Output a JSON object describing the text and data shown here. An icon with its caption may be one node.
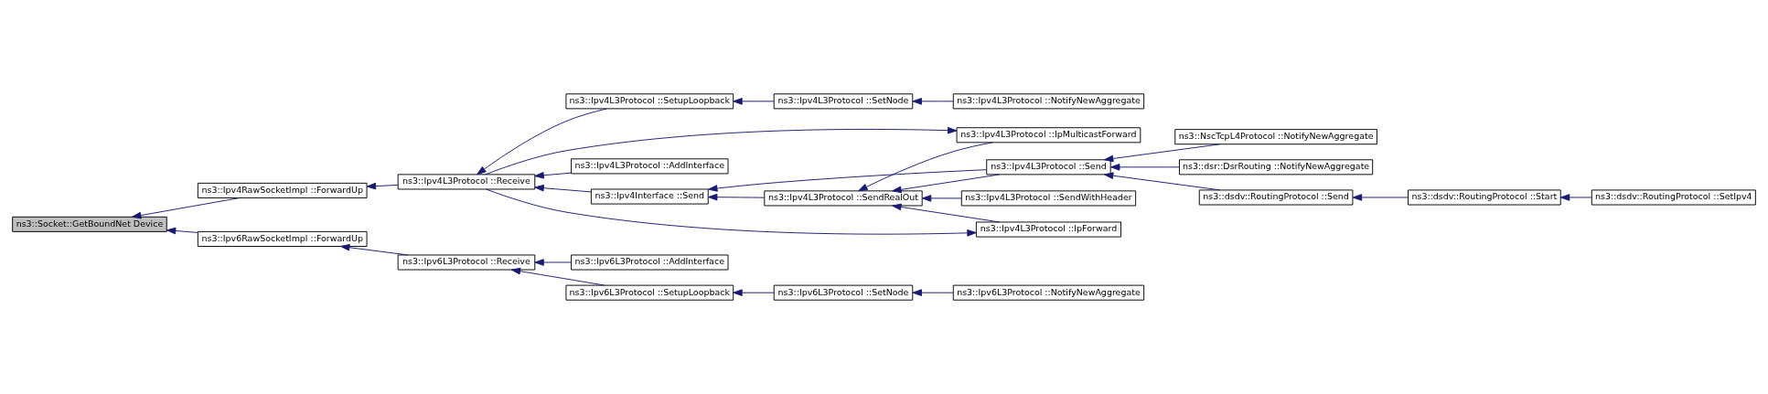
{
  "diagram": {
    "nodes": [
      {
        "text": [
          "ns3::Socket::GetBoundNet Device"
        ]
      },
      {
        "text": [
          "ns3::Ipv4RawSocketImpl ::ForwardUp"
        ]
      },
      {
        "text": [
          "ns3::Ipv6RawSocketImpl ::ForwardUp"
        ]
      },
      {
        "text": [
          "ns3::Ipv4L3Protocol ::Receive"
        ]
      },
      {
        "text": [
          "ns3::Ipv6L3Protocol ::Receive"
        ]
      },
      {
        "text": [
          "ns3::Ipv4L3Protocol ::SetupLoopback"
        ]
      },
      {
        "text": [
          "ns3::Ipv4L3Protocol ::AddInterface"
        ]
      },
      {
        "text": [
          "ns3::Ipv4Interface ::Send"
        ]
      },
      {
        "text": [
          "ns3::Ipv6L3Protocol ::SetupLoopback"
        ]
      },
      {
        "text": [
          "ns3::Ipv6L3Protocol ::AddInterface"
        ]
      },
      {
        "text": [
          "ns3::Ipv4L3Protocol ::SetNode"
        ]
      },
      {
        "text": [
          "ns3::Ipv4L3Protocol ::SendRealOut"
        ]
      },
      {
        "text": [
          "ns3::Ipv6L3Protocol ::SetNode"
        ]
      },
      {
        "text": [
          "ns3::Ipv4L3Protocol ::NotifyNewAggregate"
        ]
      },
      {
        "text": [
          "ns3::Ipv4L3Protocol ::Send"
        ]
      },
      {
        "text": [
          "ns3::Ipv4L3Protocol ::SendWithHeader"
        ]
      },
      {
        "text": [
          "ns3::Ipv4L3Protocol ::IpForward"
        ]
      },
      {
        "text": [
          "ns3::Ipv4L3Protocol ::IpMulticastForward"
        ]
      },
      {
        "text": [
          "ns3::Ipv6L3Protocol ::NotifyNewAggregate"
        ]
      },
      {
        "text": [
          "ns3::NscTcpL4Protocol ::NotifyNewAggregate"
        ]
      },
      {
        "text": [
          "ns3::dsr::DsrRouting ::NotifyNewAggregate"
        ]
      },
      {
        "text": [
          "ns3::dsdv::RoutingProtocol ::Send"
        ]
      },
      {
        "text": [
          "ns3::dsdv::RoutingProtocol ::Start"
        ]
      },
      {
        "text": [
          "ns3::dsdv::RoutingProtocol ::SetIpv4"
        ]
      }
    ],
    "edges": [
      {
        "from": 1,
        "to": 0,
        "arrow": "to"
      },
      {
        "from": 2,
        "to": 0,
        "arrow": "to"
      },
      {
        "from": 3,
        "to": 1,
        "arrow": "to"
      },
      {
        "from": 4,
        "to": 2,
        "arrow": "to"
      },
      {
        "from": 5,
        "to": 3,
        "arrow": "to"
      },
      {
        "from": 6,
        "to": 3,
        "arrow": "to"
      },
      {
        "from": 7,
        "to": 3,
        "arrow": "to"
      },
      {
        "from": 3,
        "to": 16,
        "arrow": "to"
      },
      {
        "from": 3,
        "to": 17,
        "arrow": "to"
      },
      {
        "from": 8,
        "to": 4,
        "arrow": "to"
      },
      {
        "from": 9,
        "to": 4,
        "arrow": "to"
      },
      {
        "from": 10,
        "to": 5,
        "arrow": "to"
      },
      {
        "from": 11,
        "to": 7,
        "arrow": "to"
      },
      {
        "from": 14,
        "to": 7,
        "arrow": "to"
      },
      {
        "from": 12,
        "to": 8,
        "arrow": "to"
      },
      {
        "from": 13,
        "to": 10,
        "arrow": "to"
      },
      {
        "from": 14,
        "to": 11,
        "arrow": "to"
      },
      {
        "from": 15,
        "to": 11,
        "arrow": "to"
      },
      {
        "from": 16,
        "to": 11,
        "arrow": "to"
      },
      {
        "from": 17,
        "to": 11,
        "arrow": "to"
      },
      {
        "from": 18,
        "to": 12,
        "arrow": "to"
      },
      {
        "from": 19,
        "to": 14,
        "arrow": "to"
      },
      {
        "from": 20,
        "to": 14,
        "arrow": "to"
      },
      {
        "from": 21,
        "to": 14,
        "arrow": "to"
      },
      {
        "from": 22,
        "to": 21,
        "arrow": "to"
      },
      {
        "from": 23,
        "to": 22,
        "arrow": "to"
      }
    ]
  }
}
